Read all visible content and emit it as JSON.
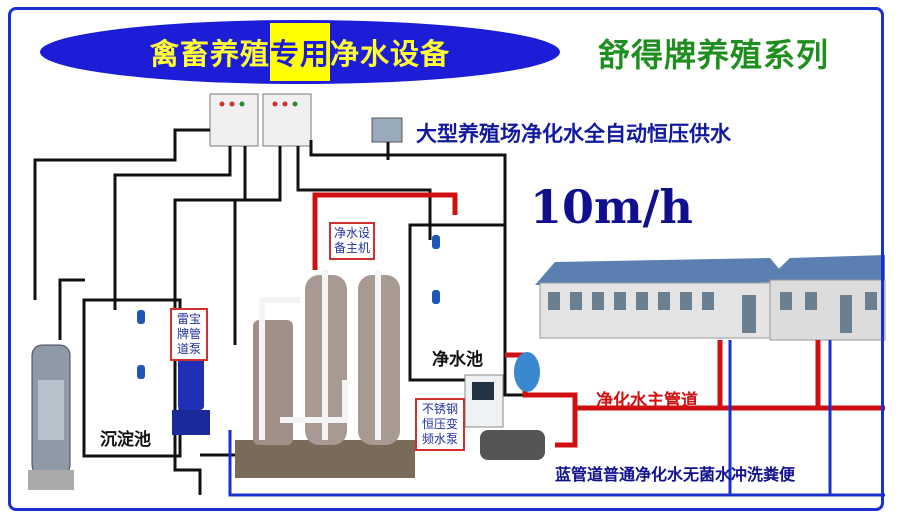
{
  "title": {
    "before": "禽畜养殖",
    "highlight": "专用",
    "after": "净水设备"
  },
  "brand": "舒得牌养殖系列",
  "subtitle": "大型养殖场净化水全自动恒压供水",
  "flow_rate": "10m/h",
  "labels": {
    "main_unit": "净水设备主机",
    "pipeline_pump": "雷宝牌管道泵",
    "sediment_tank": "沉淀池",
    "clean_tank": "净水池",
    "booster_pump": "不锈钢恒压变频水泵",
    "main_pipe": "净化水主管道",
    "blue_pipe_note": "蓝管道普通净化水无菌水冲洗粪便"
  },
  "colors": {
    "frame": "#1a2fd0",
    "title_bg": "#1d1dd8",
    "title_text": "#ffff33",
    "brand": "#1e8f1e",
    "red_pipe": "#d01010",
    "blue_pipe": "#1a2fd0"
  }
}
